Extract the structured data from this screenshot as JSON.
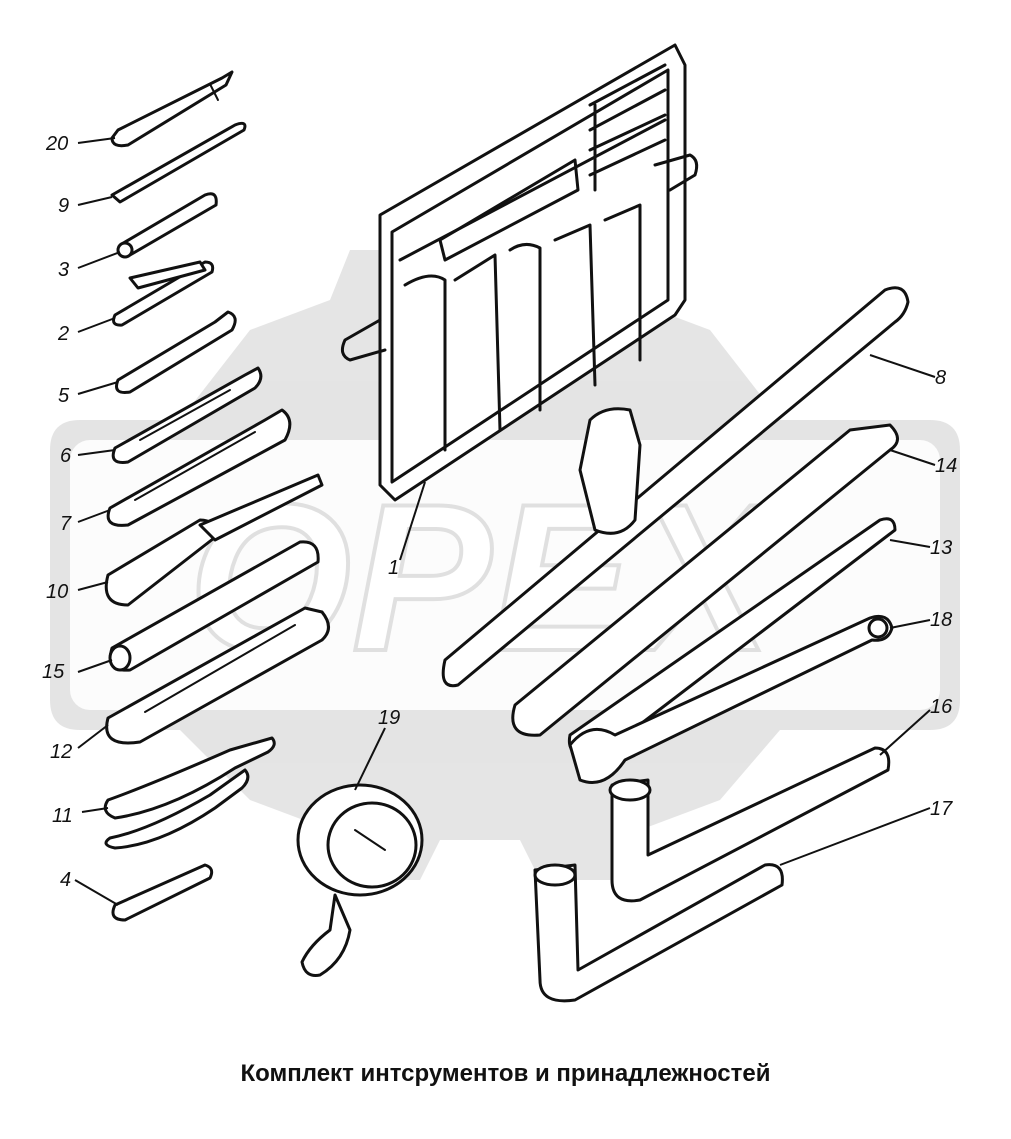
{
  "caption": "Комплект интсрументов и принадлежностей",
  "watermark": {
    "text": "OPEX",
    "color": "#d9d9d9"
  },
  "labels": {
    "p1": "1",
    "p2": "2",
    "p3": "3",
    "p4": "4",
    "p5": "5",
    "p6": "6",
    "p7": "7",
    "p8": "8",
    "p9": "9",
    "p10": "10",
    "p11": "11",
    "p12": "12",
    "p13": "13",
    "p14": "14",
    "p15": "15",
    "p16": "16",
    "p17": "17",
    "p18": "18",
    "p19": "19",
    "p20": "20"
  }
}
